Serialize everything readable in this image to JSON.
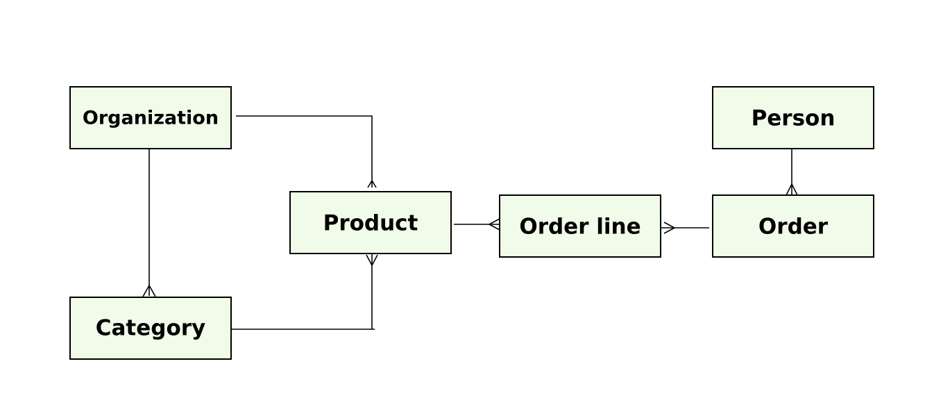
{
  "entities": {
    "organization": "Organization",
    "person": "Person",
    "product": "Product",
    "order_line": "Order line",
    "order": "Order",
    "category": "Category"
  },
  "relationships": [
    {
      "from": "organization",
      "to": "product",
      "from_end": "one",
      "to_end": "many"
    },
    {
      "from": "organization",
      "to": "category",
      "from_end": "one",
      "to_end": "many"
    },
    {
      "from": "category",
      "to": "product",
      "from_end": "one",
      "to_end": "many"
    },
    {
      "from": "product",
      "to": "order_line",
      "from_end": "one",
      "to_end": "many"
    },
    {
      "from": "order",
      "to": "order_line",
      "from_end": "one",
      "to_end": "many"
    },
    {
      "from": "person",
      "to": "order",
      "from_end": "one",
      "to_end": "many"
    }
  ],
  "colors": {
    "entity_fill": "#f1fbe9",
    "stroke": "#000000",
    "background": "#ffffff"
  }
}
